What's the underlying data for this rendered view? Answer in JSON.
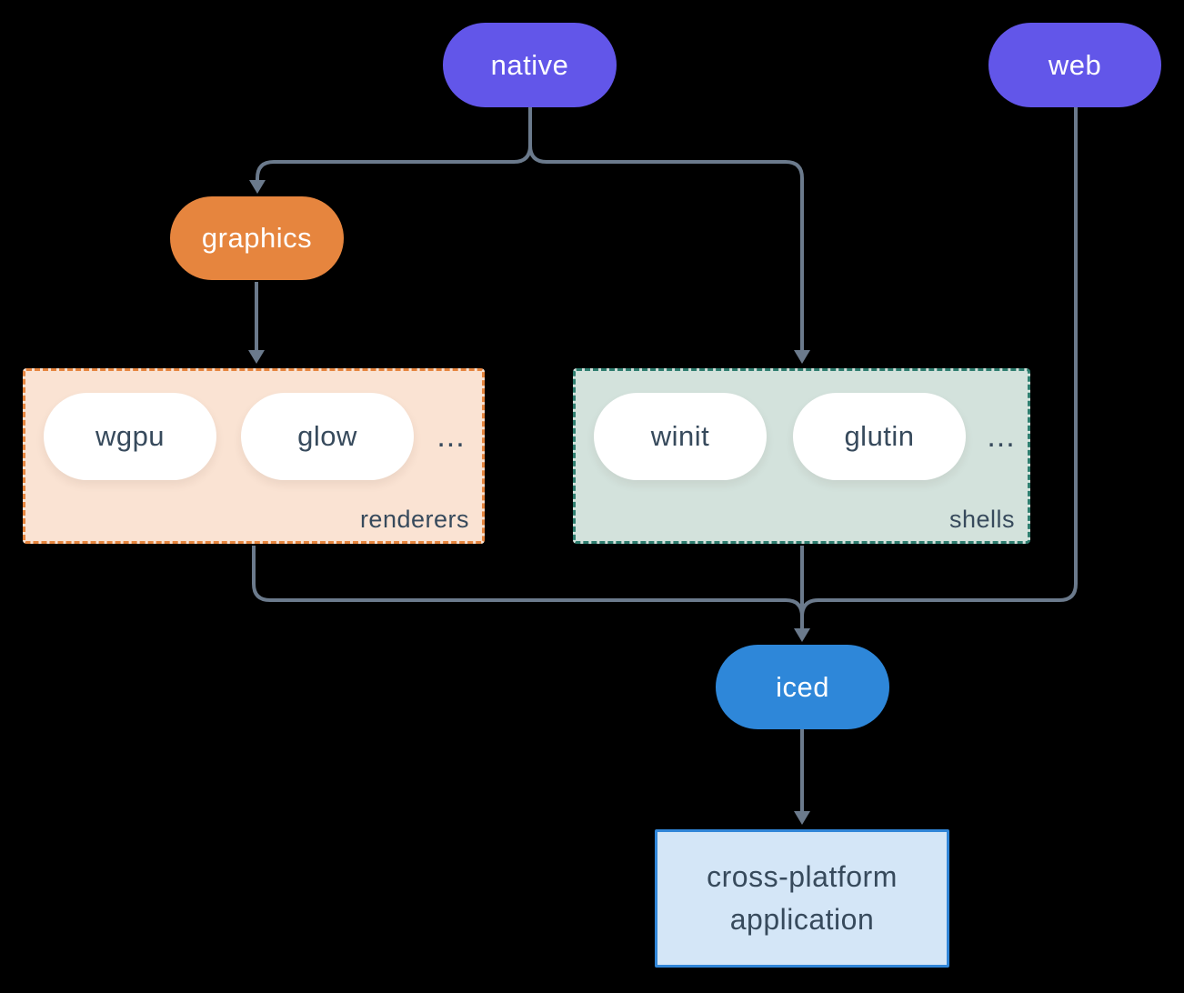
{
  "nodes": {
    "native": {
      "label": "native",
      "color": "#6256e9"
    },
    "web": {
      "label": "web",
      "color": "#6256e9"
    },
    "graphics": {
      "label": "graphics",
      "color": "#e6853e"
    },
    "iced": {
      "label": "iced",
      "color": "#2e87d9"
    }
  },
  "groups": {
    "renderers": {
      "label": "renderers",
      "items": [
        "wgpu",
        "glow"
      ],
      "ellipsis": "...",
      "background": "#fae3d3",
      "border_color": "#e6853e"
    },
    "shells": {
      "label": "shells",
      "items": [
        "winit",
        "glutin"
      ],
      "ellipsis": "...",
      "background": "#d3e2dc",
      "border_color": "#2e7d6f"
    }
  },
  "application": {
    "lines": [
      "cross-platform",
      "application"
    ],
    "background": "#d4e6f7",
    "border_color": "#3186d8"
  },
  "colors": {
    "connector": "#6b7a8c",
    "text_dark": "#374a5c",
    "pill_text": "#ffffff",
    "canvas_background": "#000000"
  }
}
